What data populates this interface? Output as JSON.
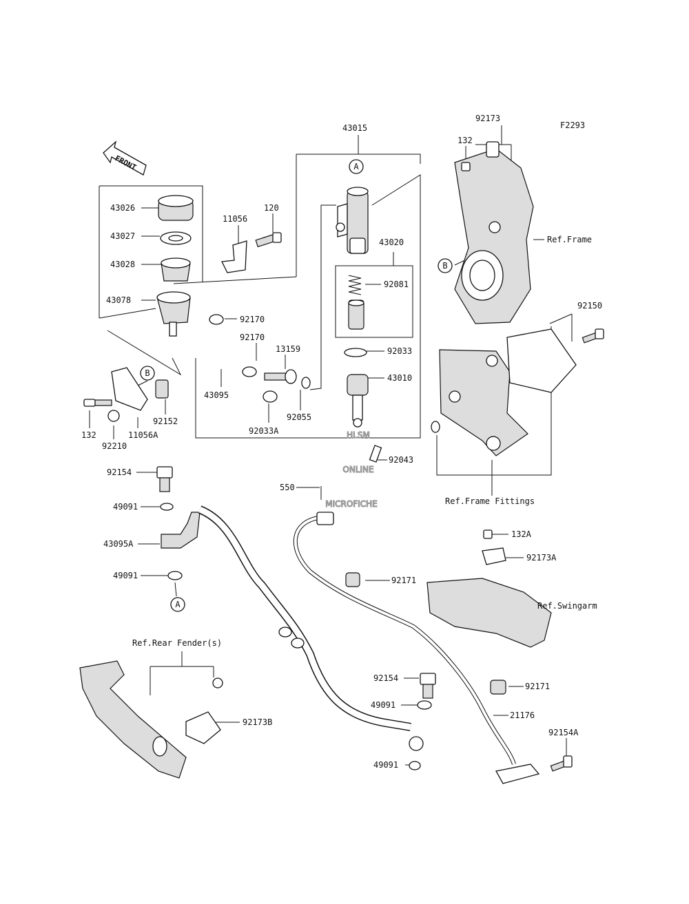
{
  "diagram": {
    "figure_code": "F2293",
    "front_label": "FRONT",
    "labels": {
      "p43015": "43015",
      "p92173": "92173",
      "p132_top": "132",
      "p43026": "43026",
      "p43027": "43027",
      "p43028": "43028",
      "p43078": "43078",
      "p11056": "11056",
      "p120": "120",
      "p43020": "43020",
      "p92081": "92081",
      "ref_frame": "Ref.Frame",
      "p92150": "92150",
      "p92170_a": "92170",
      "p92170_b": "92170",
      "p13159": "13159",
      "p92033": "92033",
      "p43010": "43010",
      "p43095": "43095",
      "p92055": "92055",
      "p92033A": "92033A",
      "p92152": "92152",
      "p132_left": "132",
      "p92210": "92210",
      "p11056A": "11056A",
      "p92154_a": "92154",
      "p550": "550",
      "p92043": "92043",
      "ref_frame_fittings": "Ref.Frame Fittings",
      "p49091_a": "49091",
      "p43095A": "43095A",
      "p49091_b": "49091",
      "p132A": "132A",
      "p92173A": "92173A",
      "p92171_a": "92171",
      "ref_swingarm": "Ref.Swingarm",
      "ref_rear_fender": "Ref.Rear Fender(s)",
      "p92154_b": "92154",
      "p92171_b": "92171",
      "p49091_c": "49091",
      "p92173B": "92173B",
      "p21176": "21176",
      "p92154A": "92154A",
      "p49091_d": "49091"
    },
    "callouts": {
      "a_top": "A",
      "b_right": "B",
      "b_left": "B",
      "a_bottom": "A"
    }
  },
  "watermark": {
    "line1": "HLSM",
    "line2": "ONLINE",
    "line3": "MICROFICHE"
  }
}
